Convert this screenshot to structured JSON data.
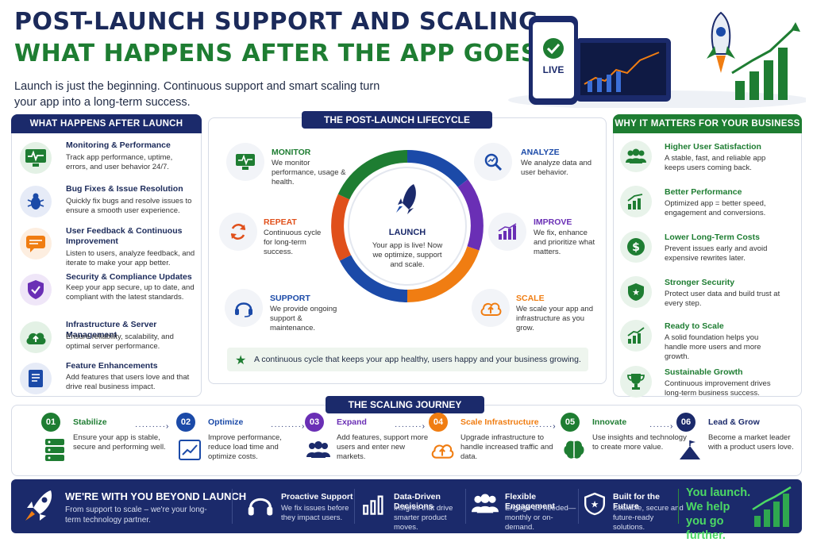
{
  "header": {
    "title_line1": "POST-LAUNCH SUPPORT AND SCALING:",
    "title_line2": "WHAT HAPPENS AFTER THE APP GOES LIVE",
    "intro": "Launch is just the beginning. Continuous support and smart scaling turn your app into a long-term success.",
    "live_badge": "LIVE"
  },
  "left_panel": {
    "heading": "WHAT HAPPENS AFTER LAUNCH",
    "items": [
      {
        "title": "Monitoring & Performance",
        "desc": "Track app performance, uptime, errors, and user behavior 24/7.",
        "icon": "monitor-pulse-icon"
      },
      {
        "title": "Bug Fixes & Issue Resolution",
        "desc": "Quickly fix bugs and resolve issues to ensure a smooth user experience.",
        "icon": "bug-icon"
      },
      {
        "title": "User Feedback & Continuous Improvement",
        "desc": "Listen to users, analyze feedback, and iterate to make your app better.",
        "icon": "chat-icon"
      },
      {
        "title": "Security & Compliance Updates",
        "desc": "Keep your app secure, up to date, and compliant with the latest standards.",
        "icon": "shield-check-icon"
      },
      {
        "title": "Infrastructure & Server Management",
        "desc": "Ensure reliability, scalability, and optimal server performance.",
        "icon": "cloud-icon"
      },
      {
        "title": "Feature Enhancements",
        "desc": "Add features that users love and that drive real business impact.",
        "icon": "document-icon"
      }
    ]
  },
  "lifecycle": {
    "heading": "THE POST-LAUNCH LIFECYCLE",
    "center": {
      "title": "LAUNCH",
      "desc": "Your app is live! Now we optimize, support and scale."
    },
    "nodes": [
      {
        "title": "MONITOR",
        "desc": "We monitor performance, usage & health.",
        "color": "#1e7d32"
      },
      {
        "title": "ANALYZE",
        "desc": "We analyze data and user behavior.",
        "color": "#1b4aa8"
      },
      {
        "title": "IMPROVE",
        "desc": "We fix, enhance and prioritize what matters.",
        "color": "#6a2fb5"
      },
      {
        "title": "SCALE",
        "desc": "We scale your app and infrastructure as you grow.",
        "color": "#f07d12"
      },
      {
        "title": "SUPPORT",
        "desc": "We provide ongoing support & maintenance.",
        "color": "#1b4aa8"
      },
      {
        "title": "REPEAT",
        "desc": "Continuous cycle for long-term success.",
        "color": "#e0501b"
      }
    ],
    "footer": "A continuous cycle that keeps your app healthy, users happy and your business growing."
  },
  "right_panel": {
    "heading": "WHY IT MATTERS FOR YOUR BUSINESS",
    "items": [
      {
        "title": "Higher User Satisfaction",
        "desc": "A stable, fast, and reliable app keeps users coming back.",
        "icon": "users-icon"
      },
      {
        "title": "Better Performance",
        "desc": "Optimized app = better speed, engagement and conversions.",
        "icon": "growth-chart-icon"
      },
      {
        "title": "Lower Long-Term Costs",
        "desc": "Prevent issues early and avoid expensive rewrites later.",
        "icon": "dollar-icon"
      },
      {
        "title": "Stronger Security",
        "desc": "Protect user data and build trust at every step.",
        "icon": "shield-star-icon"
      },
      {
        "title": "Ready to Scale",
        "desc": "A solid foundation helps you handle more users and more growth.",
        "icon": "trend-up-icon"
      },
      {
        "title": "Sustainable Growth",
        "desc": "Continuous improvement drives long-term business success.",
        "icon": "trophy-icon"
      }
    ]
  },
  "journey": {
    "heading": "THE SCALING JOURNEY",
    "steps": [
      {
        "num": "01",
        "title": "Stabilize",
        "desc": "Ensure your app is stable, secure and performing well.",
        "color": "#1e7d32"
      },
      {
        "num": "02",
        "title": "Optimize",
        "desc": "Improve performance, reduce load time and optimize costs.",
        "color": "#1b4aa8"
      },
      {
        "num": "03",
        "title": "Expand",
        "desc": "Add features, support more users and enter new markets.",
        "color": "#6a2fb5"
      },
      {
        "num": "04",
        "title": "Scale Infrastructure",
        "desc": "Upgrade infrastructure to handle increased traffic and data.",
        "color": "#f07d12"
      },
      {
        "num": "05",
        "title": "Innovate",
        "desc": "Use insights and technology to create more value.",
        "color": "#1e7d32"
      },
      {
        "num": "06",
        "title": "Lead & Grow",
        "desc": "Become a market leader with a product users love.",
        "color": "#1b2a6b"
      }
    ]
  },
  "band": {
    "title": "WE'RE WITH YOU BEYOND LAUNCH",
    "desc": "From support to scale – we're your long-term technology partner.",
    "items": [
      {
        "title": "Proactive Support",
        "desc": "We fix issues before they impact users."
      },
      {
        "title": "Data-Driven Decisions",
        "desc": "Insights that drive smarter product moves."
      },
      {
        "title": "Flexible Engagement",
        "desc": "Engage as needed— monthly or on-demand."
      },
      {
        "title": "Built for the Future",
        "desc": "Scalable, secure and future-ready solutions."
      }
    ],
    "slogan": "You launch. We help you go further."
  },
  "colors": {
    "navy": "#1b2a6b",
    "green": "#1e7d32",
    "purple": "#6a2fb5",
    "orange": "#f07d12",
    "red": "#e0501b",
    "blue": "#1b4aa8"
  }
}
